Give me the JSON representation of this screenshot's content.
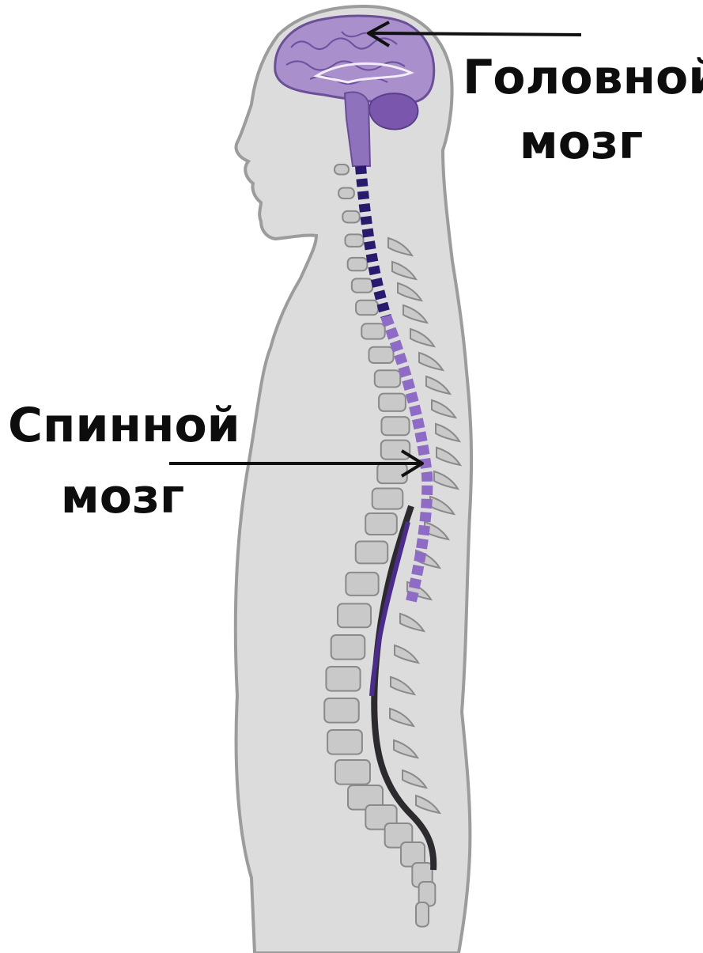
{
  "labels": {
    "brain": {
      "line1": "Головной",
      "line2": "мозг"
    },
    "spinal_cord": {
      "line1": "Спинной",
      "line2": "мозг"
    }
  },
  "colors": {
    "body_fill": "#dcdcdc",
    "body_outline": "#9c9c9c",
    "brain_light": "#a98fcb",
    "brain_dark": "#7a56ad",
    "cord_upper": "#2a1a6e",
    "cord_mid": "#8e6bc4",
    "cord_lower": "#2c2a2e",
    "vertebra_fill": "#c9c9c9",
    "vertebra_outline": "#8a8a8a",
    "arrow": "#111111"
  }
}
